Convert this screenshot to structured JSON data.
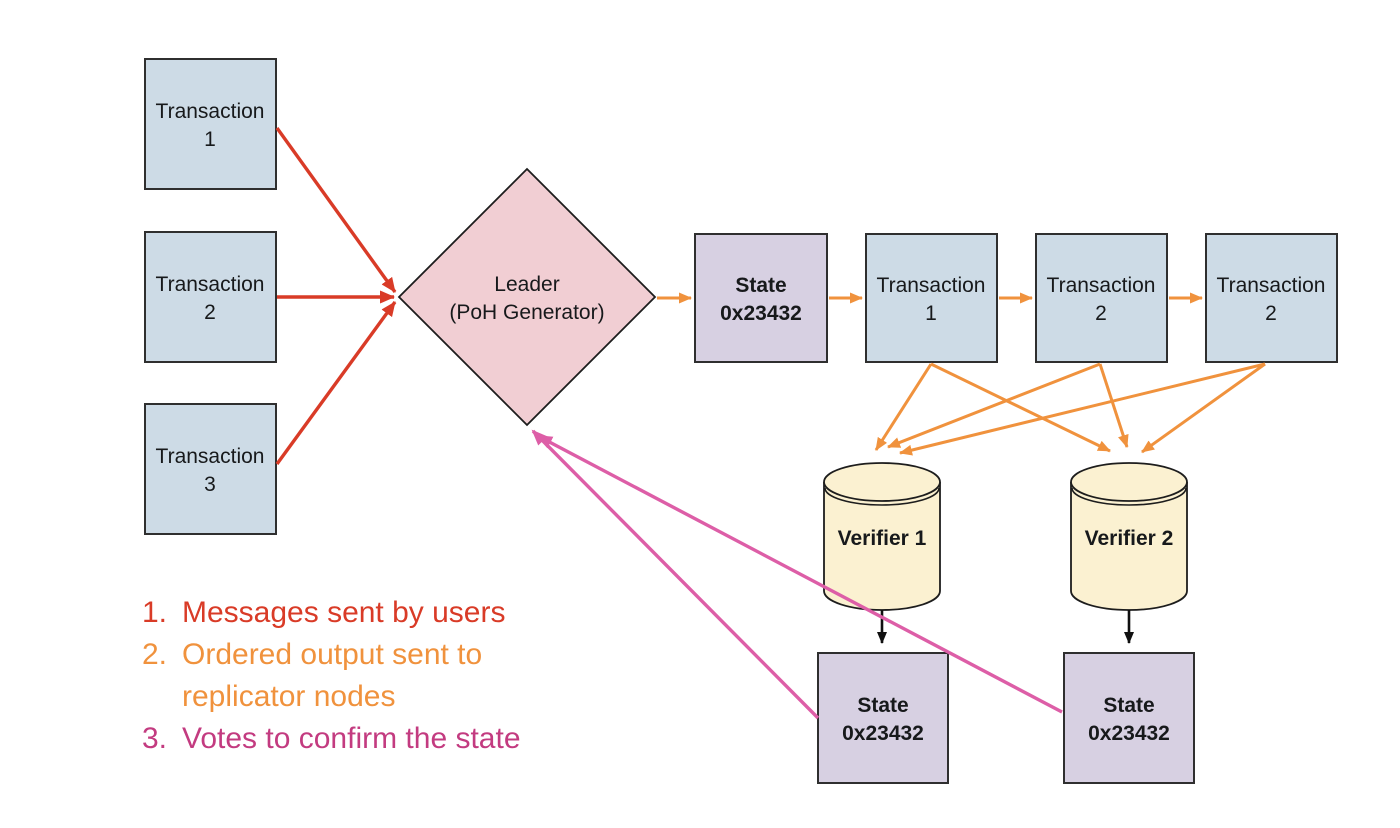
{
  "colors": {
    "background": "#ffffff",
    "red": "#d93b27",
    "orange": "#f0923d",
    "pink_arrow": "#dd5ea7",
    "magenta_text": "#c33b80",
    "box_blue": "#cddbe6",
    "diamond_pink": "#f1ced3",
    "state_lavender": "#d7d0e2",
    "cylinder_cream": "#fbf1d1",
    "border_dark": "#2f2f2f",
    "black_arrow": "#101010",
    "text_dark": "#17191b"
  },
  "nodes": {
    "tx1": {
      "line1": "Transaction",
      "line2": "1"
    },
    "tx2": {
      "line1": "Transaction",
      "line2": "2"
    },
    "tx3": {
      "line1": "Transaction",
      "line2": "3"
    },
    "leader": {
      "line1": "Leader",
      "line2": "(PoH Generator)"
    },
    "state_top": {
      "line1": "State",
      "line2": "0x23432"
    },
    "chain_tx1": {
      "line1": "Transaction",
      "line2": "1"
    },
    "chain_tx2": {
      "line1": "Transaction",
      "line2": "2"
    },
    "chain_tx3": {
      "line1": "Transaction",
      "line2": "2"
    },
    "verifier1": {
      "label": "Verifier 1"
    },
    "verifier2": {
      "label": "Verifier 2"
    },
    "state_v1": {
      "line1": "State",
      "line2": "0x23432"
    },
    "state_v2": {
      "line1": "State",
      "line2": "0x23432"
    }
  },
  "legend": {
    "items": [
      {
        "number": "1.",
        "text": "Messages sent by users",
        "color": "#d93b27"
      },
      {
        "number": "2.",
        "text": "Ordered output sent to replicator nodes",
        "color": "#f0923d"
      },
      {
        "number": "3.",
        "text": "Votes to confirm the state",
        "color": "#c33b80"
      }
    ]
  }
}
